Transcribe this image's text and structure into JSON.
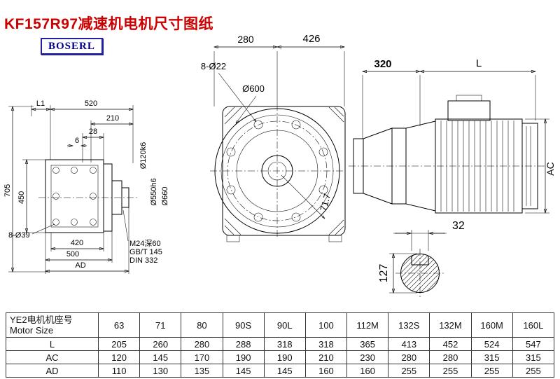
{
  "title": "KF157R97减速机电机尺寸图纸",
  "logo": "BOSERL",
  "drawing": {
    "left_view": {
      "dim_l1": "L1",
      "dim_520": "520",
      "dim_210": "210",
      "dim_28": "28",
      "dim_6": "6",
      "dim_705": "705",
      "dim_450": "450",
      "dim_420": "420",
      "dim_500": "500",
      "dim_ad": "AD",
      "holes_label": "8-Ø39",
      "dia_120": "Ø120k6",
      "dia_550": "Ø550h6",
      "dia_660": "Ø660",
      "note_m24": "M24深60",
      "note_gb": "GB/T 145",
      "note_din": "DIN 332"
    },
    "front_view": {
      "dim_280": "280",
      "dim_426": "426",
      "holes_label": "8-Ø22",
      "dia_600": "Ø600",
      "dim_71_7": "71.7"
    },
    "side_view": {
      "dim_320": "320",
      "dim_l": "L",
      "dim_ac": "AC"
    },
    "shaft_view": {
      "dim_32": "32",
      "dim_127": "127"
    }
  },
  "table": {
    "header_cn": "YE2电机机座号",
    "header_en": "Motor Size",
    "sizes": [
      "63",
      "71",
      "80",
      "90S",
      "90L",
      "100",
      "112M",
      "132S",
      "132M",
      "160M",
      "160L"
    ],
    "rows": [
      {
        "label": "L",
        "values": [
          "205",
          "260",
          "280",
          "288",
          "318",
          "318",
          "365",
          "413",
          "452",
          "524",
          "547"
        ]
      },
      {
        "label": "AC",
        "values": [
          "120",
          "145",
          "170",
          "190",
          "190",
          "210",
          "230",
          "280",
          "280",
          "315",
          "315"
        ]
      },
      {
        "label": "AD",
        "values": [
          "110",
          "130",
          "135",
          "145",
          "145",
          "160",
          "160",
          "255",
          "255",
          "255",
          "255"
        ]
      }
    ]
  }
}
